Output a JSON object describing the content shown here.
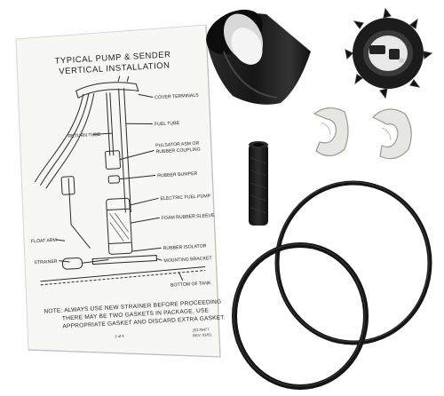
{
  "sheet": {
    "title_line1": "TYPICAL PUMP & SENDER",
    "title_line2": "VERTICAL INSTALLATION",
    "labels": {
      "cover_terminals": "COVER TERMINALS",
      "return_tube": "RETURN TUBE",
      "fuel_tube": "FUEL TUBE",
      "pulsator_1": "PULSATOR ASM OR",
      "pulsator_2": "RUBBER COUPLING",
      "rubber_bumper": "RUBBER BUMPER",
      "electric_fuel_pump": "ELECTRIC FUEL PUMP",
      "float_arm": "FLOAT ARM",
      "foam_rubber_sleeve": "FOAM RUBBER SLEEVE",
      "strainer": "STRAINER",
      "rubber_isolator": "RUBBER ISOLATOR",
      "mounting_bracket": "MOUNTING BRACKET",
      "bottom_of_tank": "BOTTOM OF TANK"
    },
    "note_line1": "NOTE:  ALWAYS USE NEW STRAINER BEFORE PROCEEDING",
    "note_line2": "THERE MAY BE TWO GASKETS IN PACKAGE, USE",
    "note_line3": "APPROPRIATE GASKET AND DISCARD EXTRA GASKET.",
    "page_num": "1 of 4",
    "part_code_1": "25179477",
    "part_code_2": "REV. 01/01"
  },
  "colors": {
    "background": "#ffffff",
    "paper": "#f7f7f4",
    "rubber": "#1a1a1a",
    "clip": "#e6e6e2",
    "ink": "#1e1e1e"
  },
  "icons": [
    "rubber-sleeve-icon",
    "strainer-clip-icon",
    "retainer-clip-icon",
    "fuel-hose-icon",
    "o-ring-gasket-icon"
  ]
}
